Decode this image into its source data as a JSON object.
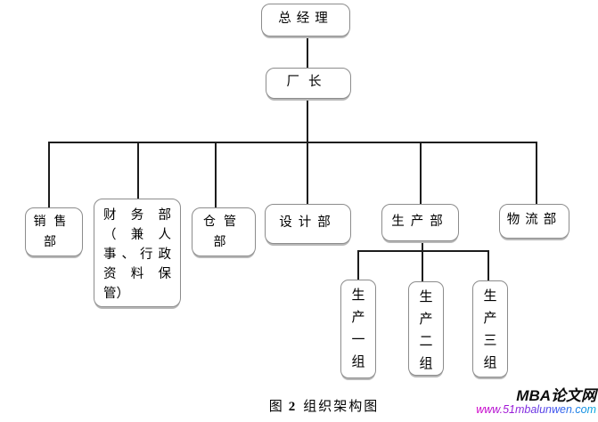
{
  "diagram": {
    "type": "org-chart",
    "nodes": {
      "general_manager": {
        "label": "总经理"
      },
      "factory_director": {
        "label": "厂长"
      },
      "sales": {
        "label": "销售部"
      },
      "finance": {
        "label": "财务部（兼人事、行政资料保管）",
        "lines": [
          "财务部",
          "（兼人",
          "事、行政",
          "资料保",
          "管）"
        ]
      },
      "warehouse": {
        "label": "仓管部"
      },
      "design": {
        "label": "设计部"
      },
      "production": {
        "label": "生产部"
      },
      "logistics": {
        "label": "物流部"
      },
      "production_group_1": {
        "label": "生产一组"
      },
      "production_group_2": {
        "label": "生产二组"
      },
      "production_group_3": {
        "label": "生产三组"
      }
    },
    "hierarchy": {
      "总经理": [
        "厂长"
      ],
      "厂长": [
        "销售部",
        "财务部（兼人事、行政资料保管）",
        "仓管部",
        "设计部",
        "生产部",
        "物流部"
      ],
      "生产部": [
        "生产一组",
        "生产二组",
        "生产三组"
      ]
    }
  },
  "caption": {
    "fig_label": "图",
    "fig_number": "2",
    "title": "组织架构图"
  },
  "watermark": {
    "brand": "MBA论文网",
    "url": "www.51mbalunwen.com"
  },
  "colors": {
    "connector": "#1c1c1c",
    "box_border": "#8c8c8c",
    "box_shadow": "#b8b8b8",
    "url_gradient_start": "#d400c8",
    "url_gradient_end": "#00aadd"
  }
}
